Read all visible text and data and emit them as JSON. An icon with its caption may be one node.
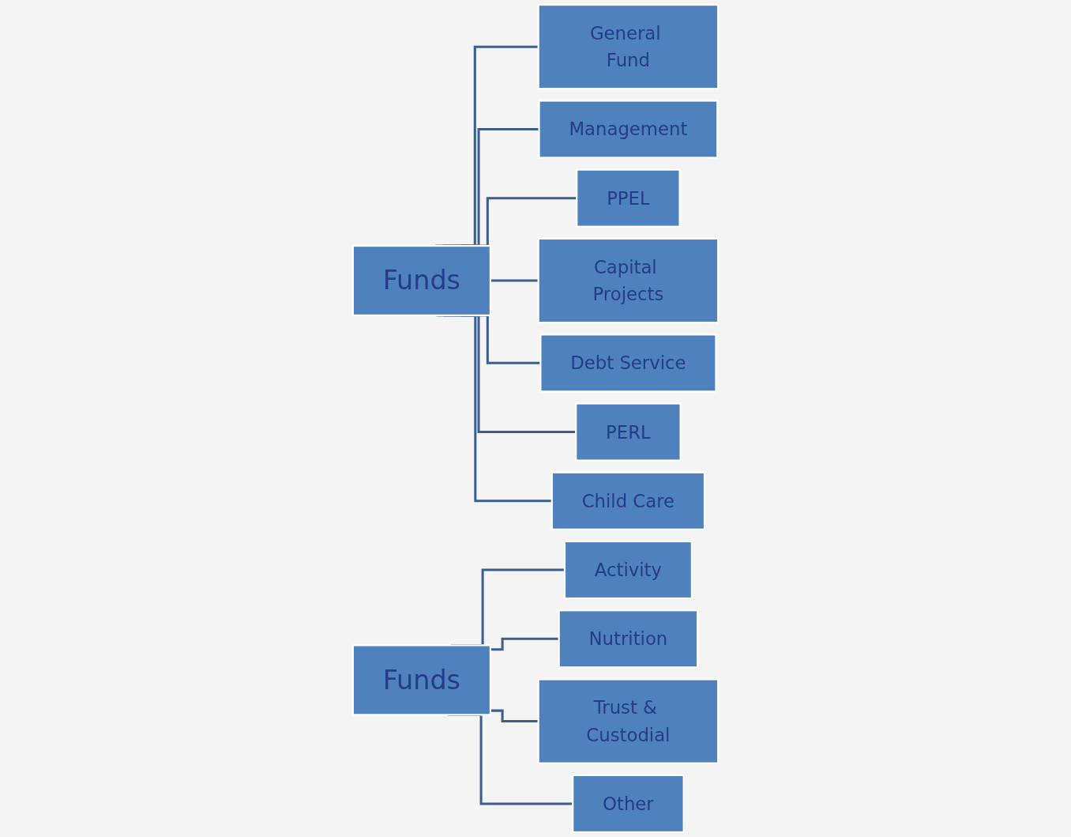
{
  "diagram": {
    "nodes": [
      {
        "text": [
          "Funds"
        ]
      },
      {
        "text": [
          "General Fund"
        ]
      },
      {
        "text": [
          "Management"
        ]
      },
      {
        "text": [
          "PPEL"
        ]
      },
      {
        "text": [
          "Capital Projects"
        ]
      },
      {
        "text": [
          "Debt Service"
        ]
      },
      {
        "text": [
          "PERL"
        ]
      },
      {
        "text": [
          "Child Care"
        ]
      },
      {
        "text": [
          "Funds"
        ]
      },
      {
        "text": [
          "Activity"
        ]
      },
      {
        "text": [
          "Nutrition"
        ]
      },
      {
        "text": [
          "Trust & Custodial"
        ]
      },
      {
        "text": [
          "Other"
        ]
      }
    ],
    "edges": [
      {
        "from": 0,
        "to": 1,
        "arrow": "none"
      },
      {
        "from": 0,
        "to": 2,
        "arrow": "none"
      },
      {
        "from": 0,
        "to": 3,
        "arrow": "none"
      },
      {
        "from": 0,
        "to": 4,
        "arrow": "none"
      },
      {
        "from": 0,
        "to": 5,
        "arrow": "none"
      },
      {
        "from": 0,
        "to": 6,
        "arrow": "none"
      },
      {
        "from": 0,
        "to": 7,
        "arrow": "none"
      },
      {
        "from": 8,
        "to": 9,
        "arrow": "none"
      },
      {
        "from": 8,
        "to": 10,
        "arrow": "none"
      },
      {
        "from": 8,
        "to": 11,
        "arrow": "none"
      },
      {
        "from": 8,
        "to": 12,
        "arrow": "none"
      }
    ]
  }
}
